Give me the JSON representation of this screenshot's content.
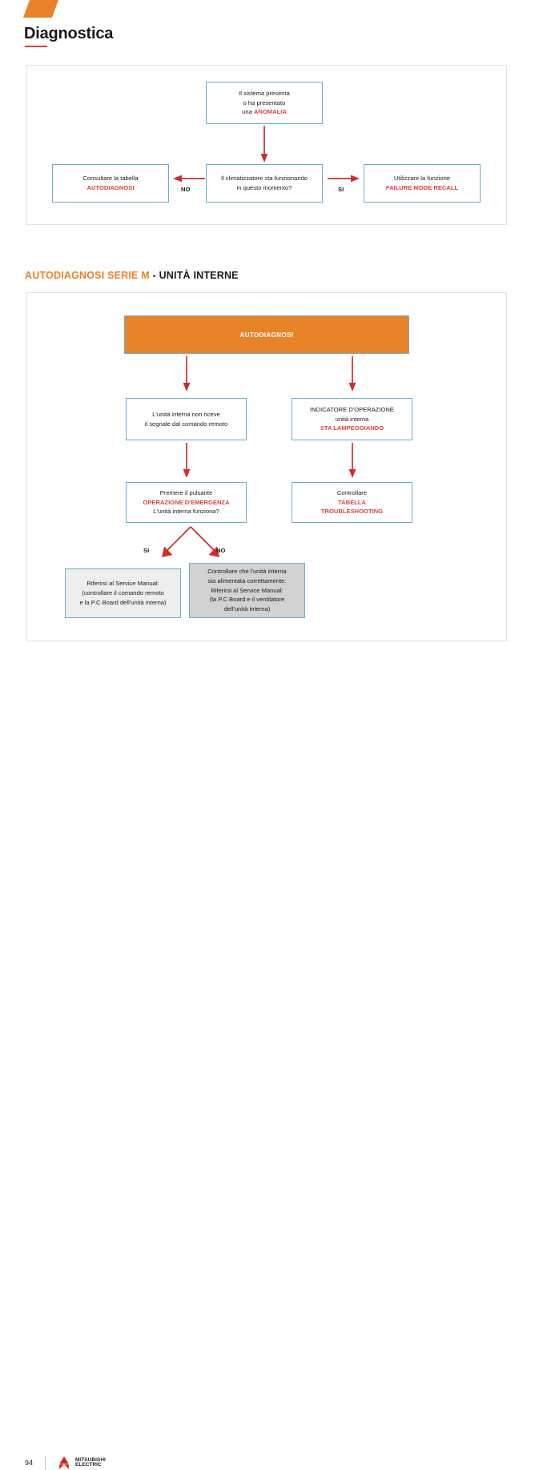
{
  "header": {
    "title": "Diagnostica",
    "accent_orange": "#e8832a",
    "accent_red": "#e0403f"
  },
  "section": {
    "heading_orange": "AUTODIAGNOSI SERIE M",
    "heading_dark": " - UNITÀ INTERNE"
  },
  "flowchart_one": {
    "start_box": {
      "line1": "Il sistema presenta",
      "line2": "o ha presentato",
      "line3_prefix": "una ",
      "line3_emphasis": "ANOMALIA"
    },
    "decision_box": {
      "line1": "Il climatizzatore sta funzionando",
      "line2": "in questo momento?"
    },
    "left_box": {
      "line1": "Consultare la tabella",
      "line2_emphasis": "AUTODIAGNOSI"
    },
    "right_box": {
      "line1": "Utilizzare la funzione",
      "line2_emphasis": "FAILURE MODE RECALL"
    },
    "label_no": "NO",
    "label_si": "SI"
  },
  "flowchart_two": {
    "banner": "AUTODIAGNOSI",
    "left_box_1": {
      "line1": "L'unità interna non riceve",
      "line2": "il segnale dal comando remoto"
    },
    "right_box_1": {
      "line1": "INDICATORE D'OPERAZIONE",
      "line2": "unità interna",
      "line3_emphasis": "STA LAMPEGGIANDO"
    },
    "left_box_2": {
      "line1": "Premere il pulsante",
      "line2_emphasis": "OPERAZIONE D'EMERGENZA",
      "line3": "L'unità interna funziona?"
    },
    "right_box_2": {
      "line1": "Controllare",
      "line2_emphasis": "TABELLA",
      "line3_emphasis": "TROUBLESHOOTING"
    },
    "label_si": "SI",
    "label_no": "NO",
    "result_box_si": {
      "line1": "Riferirsi al Service Manual:",
      "line2": "(controllare il comando remoto",
      "line3": "e la P.C Board dell'unità interna)"
    },
    "result_box_no": {
      "line1": "Controllare che l'unità interna",
      "line2": "sia alimentata correttamente.",
      "line3": "Riferirsi al Service Manual:",
      "line4": "(la P.C Board e il ventilatore",
      "line5": "dell'unità interna)"
    }
  },
  "footer": {
    "page_number": "94",
    "brand_line1": "MITSUBISHI",
    "brand_line2": "ELECTRIC",
    "brand_color": "#d81f26"
  }
}
